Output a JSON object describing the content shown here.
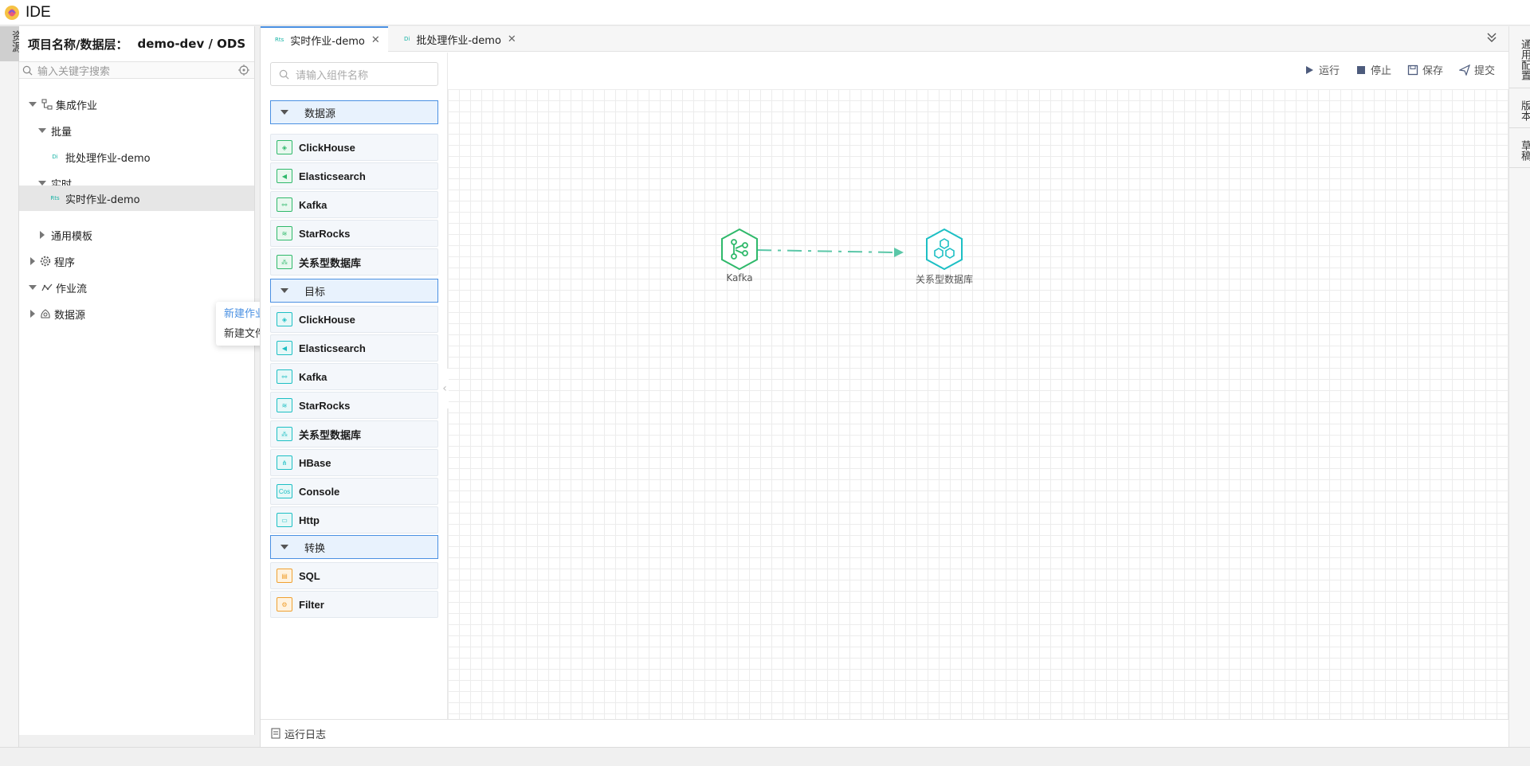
{
  "app": {
    "title": "IDE"
  },
  "left_strip": {
    "tab_label": "资源"
  },
  "sidebar": {
    "project_label": "项目名称/数据层：",
    "project_value": "demo-dev / ODS",
    "search_placeholder": "输入关键字搜索",
    "tree": {
      "integration": "集成作业",
      "batch": "批量",
      "batch_job": "批处理作业-demo",
      "batch_job_badge": "Di",
      "realtime": "实时",
      "realtime_job": "实时作业-demo",
      "realtime_job_badge": "Rts",
      "templates": "通用模板",
      "program": "程序",
      "workflow": "作业流",
      "datasource": "数据源"
    },
    "context_menu": [
      "新建作业流",
      "新建文件夹"
    ]
  },
  "tabs": [
    {
      "badge": "Rts",
      "label": "实时作业-demo"
    },
    {
      "badge": "Di",
      "label": "批处理作业-demo"
    }
  ],
  "palette": {
    "search_placeholder": "请输入组件名称",
    "sections": {
      "source": "数据源",
      "target": "目标",
      "transform": "转换"
    },
    "source_items": [
      "ClickHouse",
      "Elasticsearch",
      "Kafka",
      "StarRocks",
      "关系型数据库"
    ],
    "target_items": [
      "ClickHouse",
      "Elasticsearch",
      "Kafka",
      "StarRocks",
      "关系型数据库",
      "HBase",
      "Console",
      "Http"
    ],
    "transform_items": [
      "SQL",
      "Filter"
    ],
    "console_icon_text": "Cos"
  },
  "toolbar": {
    "run": "运行",
    "stop": "停止",
    "save": "保存",
    "submit": "提交"
  },
  "canvas": {
    "nodes": [
      {
        "label": "Kafka",
        "color": "#2fb96b"
      },
      {
        "label": "关系型数据库",
        "color": "#1dbfc4"
      }
    ]
  },
  "statusbar": {
    "log": "运行日志"
  },
  "right_strip": [
    "通用配置",
    "版本",
    "草稿"
  ]
}
